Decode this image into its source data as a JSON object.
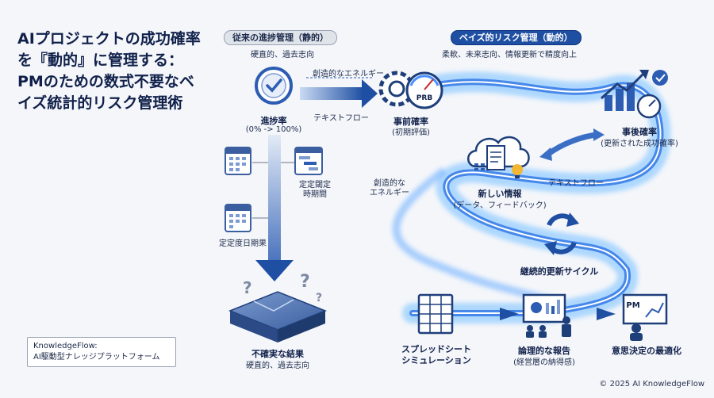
{
  "title": "AIプロジェクトの成功確率を『動的』に管理する：PMのための数式不要なベイズ統計的リスク管理術",
  "left_section": {
    "header": "従来の進捗管理（静的）",
    "subheader": "硬直的、過去志向",
    "progress_label": "進捗率",
    "progress_range": "(0% -> 100%)",
    "calendar_label_1": "定定閾定\n時期間",
    "calendar_label_2": "定定度日期果",
    "result_label": "不確実な結果",
    "result_sub": "硬直的、過去志向"
  },
  "right_section": {
    "header": "ベイズ的リスク管理（動的）",
    "subheader": "柔軟、未来志向、情報更新で精度向上",
    "prior_label": "事前確率",
    "prior_sub": "(初期評価)",
    "prb_text": "PRB",
    "posterior_label": "事後確率",
    "posterior_sub": "(更新された成功確率)",
    "new_info_label": "新しい情報",
    "new_info_sub": "(データ、フィードバック)",
    "cycle_label": "継続的更新サイクル",
    "spreadsheet_label": "スプレッドシート\nシミュレーション",
    "report_label": "論理的な報告",
    "report_sub": "(経営層の納得感)",
    "decision_label": "意思決定の最適化",
    "pm_text": "PM"
  },
  "flow_labels": {
    "creative_energy": "創造的なエネルギー",
    "text_flow_1": "テキストフロー",
    "text_flow_2": "テキストフロー",
    "creative_energy_2": "創造的な\nエネルギー"
  },
  "brand": {
    "name": "KnowledgeFlow:",
    "tagline": "AI駆動型ナレッジプラットフォーム"
  },
  "copyright": "© 2025 AI KnowledgeFlow",
  "colors": {
    "navy": "#1f4fa3",
    "flow_blue": "#4a90ff",
    "glow": "#9cd0ff"
  }
}
